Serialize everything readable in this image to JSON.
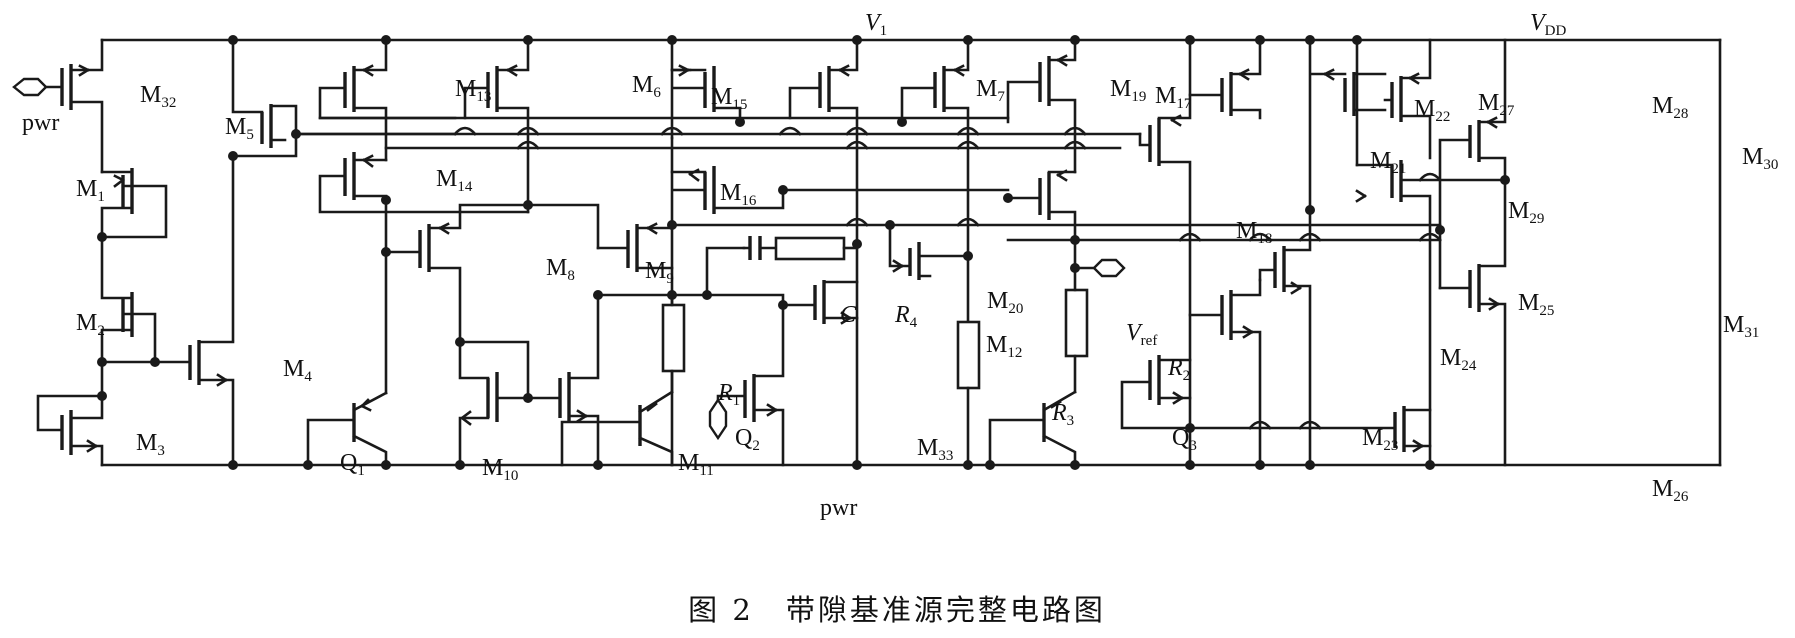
{
  "labels": {
    "v1": "V",
    "v1_sub": "1",
    "vdd": "V",
    "vdd_sub": "DD",
    "vref": "V",
    "vref_sub": "ref",
    "pwr_left": "pwr",
    "pwr_bottom": "pwr",
    "c": "C",
    "r1": "R",
    "r1_sub": "1",
    "r2": "R",
    "r2_sub": "2",
    "r3": "R",
    "r3_sub": "3",
    "r4": "R",
    "r4_sub": "4",
    "q1": "Q",
    "q1_sub": "1",
    "q2": "Q",
    "q2_sub": "2",
    "q3": "Q",
    "q3_sub": "3"
  },
  "transistors": [
    {
      "name": "M",
      "sub": "32"
    },
    {
      "name": "M",
      "sub": "5"
    },
    {
      "name": "M",
      "sub": "1"
    },
    {
      "name": "M",
      "sub": "2"
    },
    {
      "name": "M",
      "sub": "3"
    },
    {
      "name": "M",
      "sub": "4"
    },
    {
      "name": "M",
      "sub": "13"
    },
    {
      "name": "M",
      "sub": "14"
    },
    {
      "name": "M",
      "sub": "6"
    },
    {
      "name": "M",
      "sub": "15"
    },
    {
      "name": "M",
      "sub": "16"
    },
    {
      "name": "M",
      "sub": "7"
    },
    {
      "name": "M",
      "sub": "19"
    },
    {
      "name": "M",
      "sub": "17"
    },
    {
      "name": "M",
      "sub": "18"
    },
    {
      "name": "M",
      "sub": "8"
    },
    {
      "name": "M",
      "sub": "9"
    },
    {
      "name": "M",
      "sub": "10"
    },
    {
      "name": "M",
      "sub": "11"
    },
    {
      "name": "M",
      "sub": "12"
    },
    {
      "name": "M",
      "sub": "20"
    },
    {
      "name": "M",
      "sub": "33"
    },
    {
      "name": "M",
      "sub": "22"
    },
    {
      "name": "M",
      "sub": "21"
    },
    {
      "name": "M",
      "sub": "27"
    },
    {
      "name": "M",
      "sub": "28"
    },
    {
      "name": "M",
      "sub": "30"
    },
    {
      "name": "M",
      "sub": "29"
    },
    {
      "name": "M",
      "sub": "25"
    },
    {
      "name": "M",
      "sub": "24"
    },
    {
      "name": "M",
      "sub": "23"
    },
    {
      "name": "M",
      "sub": "31"
    },
    {
      "name": "M",
      "sub": "26"
    }
  ],
  "caption": "图 2　带隙基准源完整电路图"
}
